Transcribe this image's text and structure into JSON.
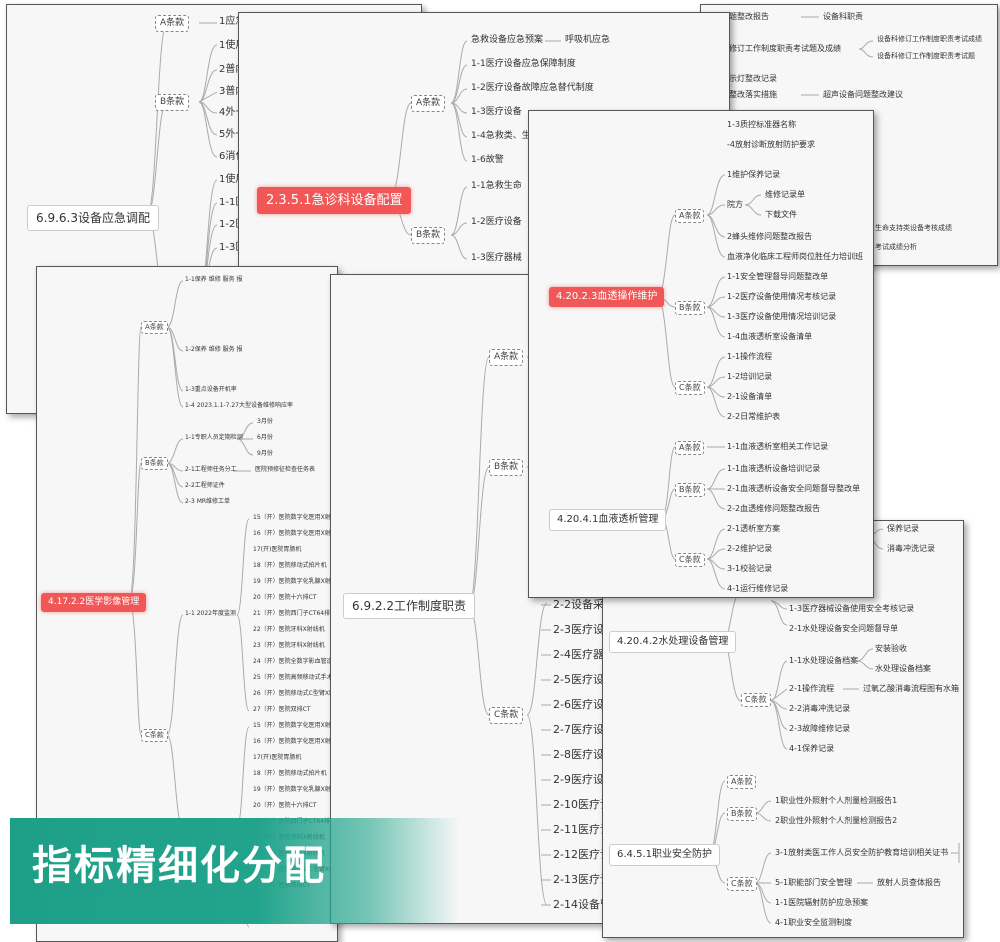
{
  "title": "指标精细化分配",
  "clause_a": "A条款",
  "clause_b": "B条款",
  "clause_c": "C条款",
  "sheet1": {
    "root": "6.9.6.3设备应急调配",
    "a_items": [
      "1应急"
    ],
    "b_items": [
      "1使用",
      "2普内",
      "3普内",
      "4外一",
      "5外一",
      "6消化"
    ],
    "c_items": [
      "1使用",
      "1-1医",
      "1-2医",
      "1-3医"
    ]
  },
  "sheet2": {
    "root": "2.3.5.1急诊科设备配置",
    "a_items": [
      "急救设备应急预案",
      "1-1医疗设备应急保障制度",
      "1-2医疗设备故障应急替代制度",
      "1-3医疗设备",
      "1-4急救类、生",
      "1-6故警"
    ],
    "a_sub": "呼吸机应急",
    "b_items": [
      "1-1急救生命",
      "1-2医疗设备",
      "1-3医疗器械"
    ]
  },
  "sheet3": {
    "lines": [
      "配问题整改报告",
      "备科修订工作制度职责考试题及成绩",
      "科警示灯整改记录",
      "问题整改落实措施",
      "生命支持类设备考核成绩",
      "考试成绩分析"
    ],
    "subs": [
      "设备科职责",
      "设备科修订工作制度职责考试成绩",
      "设备科修订工作制度职责考试题",
      "超声设备问题整改建议"
    ]
  },
  "sheet4": {
    "root": "4.17.2.2医学影像管理",
    "a_items": [
      "1-1保养 维修 服务 报",
      "1-2保养 维修 服务 报",
      "1-3重点设备开机率",
      "1-4 2023.1.1-7.27大型设备维修响应率"
    ],
    "b_items": [
      "1-1专职人员定期检测",
      "2-1工程师任务分工",
      "2-2工程师证件",
      "2-3 MR维修工单"
    ],
    "b_months": [
      "3月份",
      "6月份",
      "9月份"
    ],
    "b_sub": "医院预修征检查任务表",
    "c_label": "1-1 2022年度监测",
    "c_items": [
      "15（开）医院数字化医用X射线",
      "16（开）医院数字化医用X射线",
      "17(开)医院胃肠机",
      "18（开）医院移动式拍片机",
      "19（开）医院数字化乳腺X射线",
      "20（开）医院十六排CT",
      "21（开）医院西门子CT64排",
      "22（开）医院牙科X射线机",
      "23（开）医院牙科X射线机",
      "24（开）医院全数字影血管造",
      "25（开）医院高频移动式手术",
      "26（开）医院移动式C型臂X射",
      "27（开）医院双排CT",
      "15（开）医院数字化医用X射线",
      "16（开）医院数字化医用X射线",
      "17(开)医院胃肠机",
      "18（开）医院移动式拍片机",
      "19（开）医院数字化乳腺X射线",
      "20（开）医院十六排CT",
      "21（开）医院西门子CT64排",
      "22（开）医院牙科X射线机",
      "23（开）医院牙科X射线机",
      "25（开）医院移动式C型臂X射",
      "27（开）医院双排CT"
    ]
  },
  "sheet5": {
    "root": "6.9.2.2工作制度职责",
    "c_items": [
      "2-2设备采购",
      "2-3医疗设",
      "2-4医疗器械",
      "2-5医疗设",
      "2-6医疗设备",
      "2-7医疗设备",
      "2-8医疗设备",
      "2-9医疗设备",
      "2-10医疗设",
      "2-11医疗设",
      "2-12医疗设",
      "2-13医疗设",
      "2-14设备管"
    ]
  },
  "sheet6": {
    "top": [
      "1-3质控标准器名称",
      "-4放射诊断放射防护要求"
    ],
    "root1": "4.20.2.3血透操作维护",
    "a_items": [
      "1维护保养记录",
      "院方",
      "2蜂头维修问题整改报告",
      "血液净化临床工程师岗位胜任力培训班"
    ],
    "a_sub": [
      "维修记录单",
      "下载文件"
    ],
    "b_items": [
      "1-1安全管理督导问题整改单",
      "1-2医疗设备使用情况考核记录",
      "1-3医疗设备使用情况培训记录",
      "1-4血液透析室设备清单"
    ],
    "c_items": [
      "1-1操作流程",
      "1-2培训记录",
      "2-1设备清单",
      "2-2日常维护表"
    ],
    "root2": "4.20.4.1血液透析管理",
    "a2_items": [
      "1-1血液透析室相关工作记录"
    ],
    "b2_items": [
      "1-1血液透析设备培训记录",
      "2-1血液透析设备安全问题督导整改单",
      "2-2血透维修问题整改报告"
    ],
    "c2_items": [
      "2-1透析室方案",
      "2-2维护记录",
      "3-1校验记录",
      "4-1运行维修记录"
    ]
  },
  "sheet7": {
    "top_subs": [
      "保养记录",
      "消毒冲洗记录"
    ],
    "root1": "4.20.4.2水处理设备管理",
    "b_items": [
      "1-3医疗器械设备使用安全考核记录",
      "2-1水处理设备安全问题督导单"
    ],
    "c_items": [
      "1-1水处理设备档案",
      "2-1操作流程",
      "2-2消毒冲洗记录",
      "2-3故障维修记录",
      "4-1保养记录"
    ],
    "c_subs": [
      "安装验收",
      "水处理设备档案",
      "过氧乙酸消毒流程图有水箱"
    ],
    "root2": "6.4.5.1职业安全防护",
    "b2_items": [
      "1职业性外照射个人剂量检测报告1",
      "2职业性外照射个人剂量检测报告2"
    ],
    "c2_items": [
      "3-1放射类医工作人员安全防护教育培训相关证书",
      "5-1职能部门安全管理",
      "1-1医院辐射防护应急预案",
      "4-1职业安全监测制度"
    ],
    "c2_sub": "放射人员查体报告"
  }
}
